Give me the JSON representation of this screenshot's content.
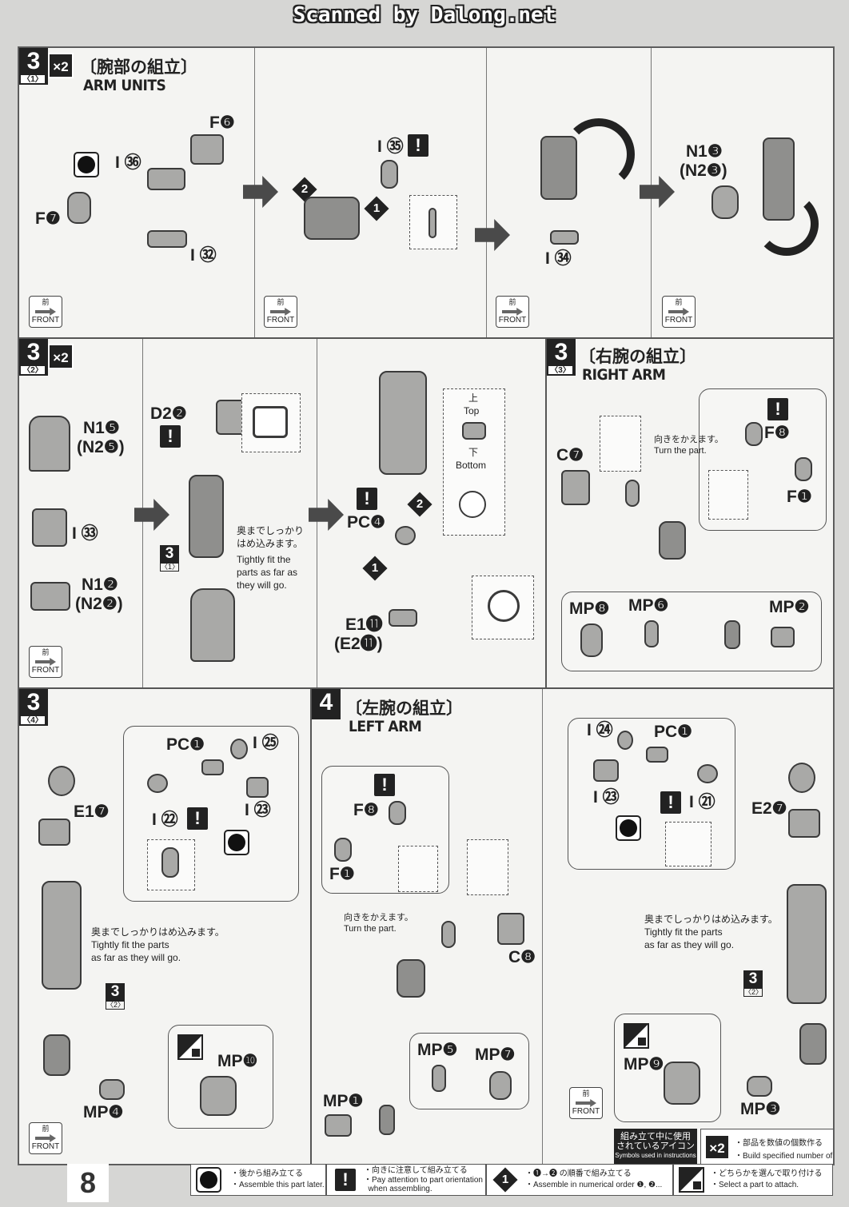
{
  "header": {
    "text": "Scanned by Dalong.net"
  },
  "page_number": "8",
  "x2": "×2",
  "front": {
    "kanji": "前",
    "label": "FRONT"
  },
  "warn": "!",
  "step3_1": {
    "step": "3",
    "sub": "〈1〉",
    "title_jp": "〔腕部の組立〕",
    "title_en": "ARM UNITS",
    "labels": {
      "f6": "F❻",
      "i36": "I ㊱",
      "f7": "F❼",
      "i32": "I ㉜",
      "i35": "I ㉟",
      "i34": "I ㉞",
      "n13": "N1❸",
      "n23": "(N2❸)"
    },
    "nums": {
      "one": "1",
      "two": "2"
    }
  },
  "step3_2": {
    "step": "3",
    "sub": "〈2〉",
    "labels": {
      "n15": "N1❺",
      "n25": "(N2❺)",
      "i33": "I ㉝",
      "n12": "N1❷",
      "n22": "(N2❷)",
      "d22": "D2❷",
      "pc4": "PC❹",
      "e111": "E1⓫",
      "e211": "(E2⓫)"
    },
    "ref3": "3",
    "ref_sub": "〈1〉",
    "note_jp": "奥までしっかり\nはめ込みます。",
    "note_en": "Tightly fit the\nparts as far as\nthey will go.",
    "top_jp": "上",
    "top_en": "Top",
    "bottom_jp": "下",
    "bottom_en": "Bottom"
  },
  "step3_3": {
    "step": "3",
    "sub": "〈3〉",
    "title_jp": "〔右腕の組立〕",
    "title_en": "RIGHT ARM",
    "labels": {
      "c7": "C❼",
      "f8": "F❽",
      "f1": "F❶",
      "mp8": "MP❽",
      "mp6": "MP❻",
      "mp2": "MP❷"
    },
    "note_jp": "向きをかえます。",
    "note_en": "Turn the part."
  },
  "step3_4": {
    "step": "3",
    "sub": "〈4〉",
    "labels": {
      "pc1": "PC❶",
      "i25": "I ㉕",
      "e17": "E1❼",
      "i22": "I ㉒",
      "i23": "I ㉓",
      "mp10": "MP❿",
      "mp4": "MP❹"
    },
    "note_jp": "奥までしっかりはめ込みます。",
    "note_en": "Tightly fit the parts\nas far as they will go.",
    "ref3": "3",
    "ref_sub": "〈2〉"
  },
  "step4": {
    "step": "4",
    "title_jp": "〔左腕の組立〕",
    "title_en": "LEFT ARM",
    "labels": {
      "f8": "F❽",
      "f1": "F❶",
      "c8": "C❽",
      "mp5": "MP❺",
      "mp7": "MP❼",
      "mp1": "MP❶",
      "i24": "I ㉔",
      "pc1": "PC❶",
      "i23": "I ㉓",
      "i21": "I ㉑",
      "e27": "E2❼",
      "mp9": "MP❾",
      "mp3": "MP❸"
    },
    "turn_jp": "向きをかえます。",
    "turn_en": "Turn the part.",
    "note_jp": "奥までしっかりはめ込みます。",
    "note_en": "Tightly fit the parts\nas far as they will go.",
    "ref3": "3",
    "ref_sub": "〈2〉"
  },
  "legend": {
    "symbols_jp": "組み立て中に使用\nされているアイコン",
    "symbols_en": "Symbols used in instructions",
    "x2_jp": "・部品を数値の個数作る",
    "x2_en": "・Build specified number of parts.",
    "later_jp": "・後から組み立てる",
    "later_en": "・Assemble this part later.",
    "warn_jp": "・向きに注意して組み立てる",
    "warn_en": "・Pay attention to part orientation\n  when assembling.",
    "order_jp": "・❶→❷ の順番で組み立てる",
    "order_en": "・Assemble in numerical order ❶, ❷...",
    "select_jp": "・どちらかを選んで取り付ける",
    "select_en": "・Select a part to attach."
  }
}
